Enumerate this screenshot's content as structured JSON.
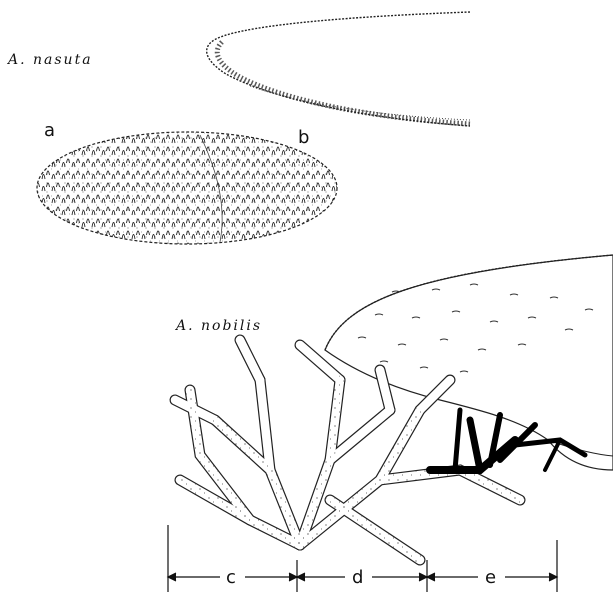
{
  "figure": {
    "species_top": "A. nasuta",
    "species_bottom": "A. nobilis",
    "panel_a": "a",
    "panel_b": "b",
    "measure_c": "c",
    "measure_d": "d",
    "measure_e": "e"
  },
  "colors": {
    "ink": "#111111",
    "paper": "#ffffff"
  }
}
